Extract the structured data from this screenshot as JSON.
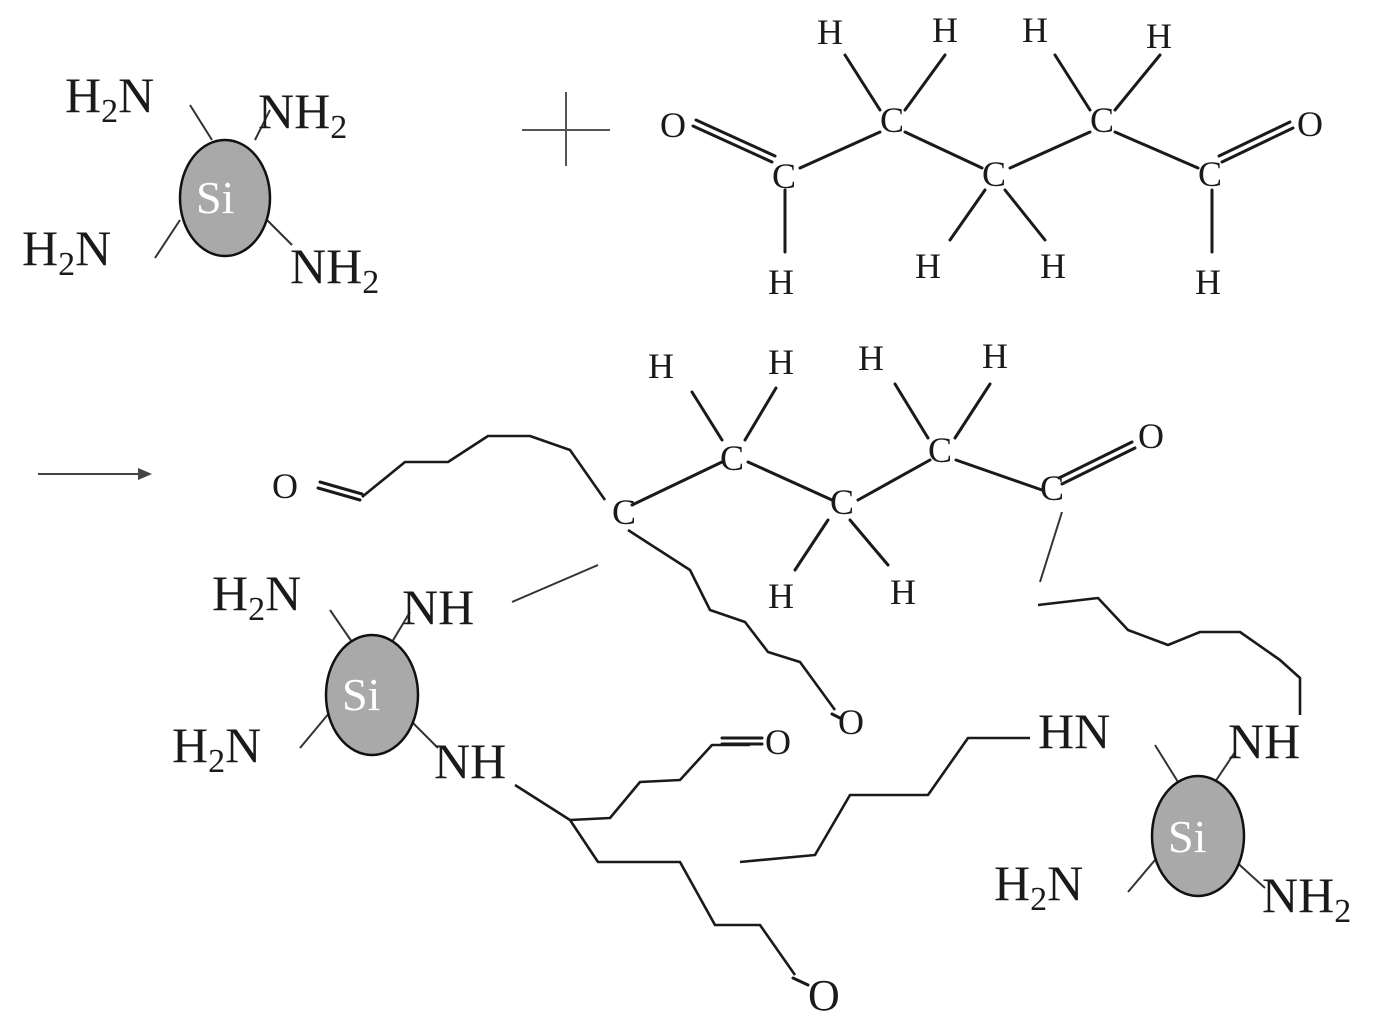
{
  "scheme": {
    "plus_sign": "+",
    "reaction_arrow": "→",
    "silica": {
      "core": "Si",
      "h2n": "H",
      "h2n_sub": "2",
      "h2n_n": "N",
      "nh2": "NH",
      "nh2_sub": "2",
      "nh": "NH",
      "hn": "HN"
    },
    "glutaraldehyde": {
      "carbon": "C",
      "hydrogen": "H",
      "oxygen": "O"
    }
  }
}
